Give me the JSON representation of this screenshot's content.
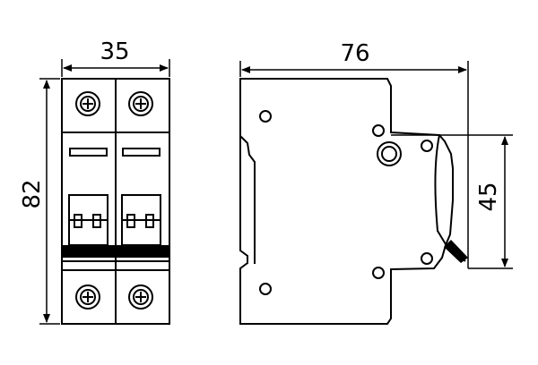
{
  "dimensions": {
    "front_width": "35",
    "front_height": "82",
    "side_width": "76",
    "side_lever_height": "45"
  },
  "colors": {
    "line": "#000000",
    "background": "#ffffff"
  }
}
